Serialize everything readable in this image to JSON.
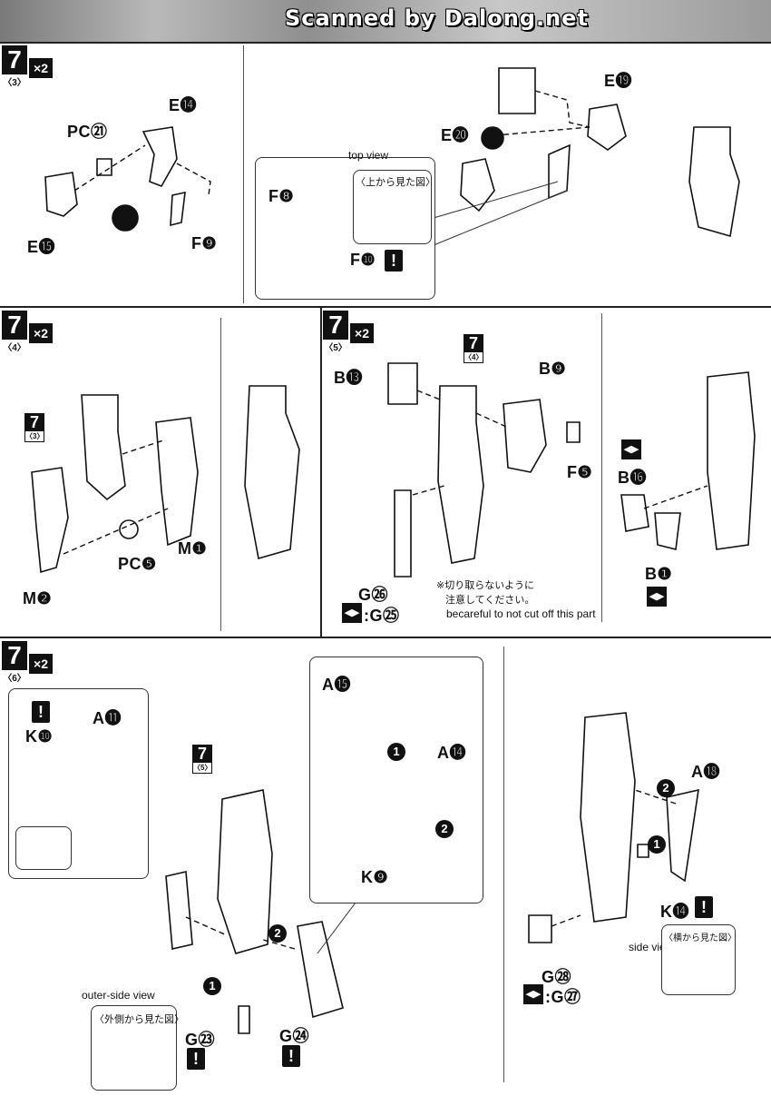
{
  "header": {
    "title": "Scanned by Dalong.net"
  },
  "steps": {
    "s3": {
      "num": "7",
      "sub": "〈3〉",
      "mult": "×2"
    },
    "s4": {
      "num": "7",
      "sub": "〈4〉",
      "mult": "×2"
    },
    "s5": {
      "num": "7",
      "sub": "〈5〉",
      "mult": "×2"
    },
    "s6": {
      "num": "7",
      "sub": "〈6〉",
      "mult": "×2"
    }
  },
  "refs": {
    "r3": {
      "num": "7",
      "sub": "〈3〉"
    },
    "r4": {
      "num": "7",
      "sub": "〈4〉"
    },
    "r5": {
      "num": "7",
      "sub": "〈5〉"
    }
  },
  "section3": {
    "parts": {
      "e14": "E⓮",
      "pc21": "PC㉑",
      "e15": "E⓯",
      "f9": "F❾",
      "e20": "E⓴",
      "e19": "E⓳",
      "f8": "F❽",
      "f10": "F❿"
    },
    "top_view_note": "top view",
    "top_view_jp": "〈上から見た図〉",
    "warn": "!"
  },
  "section4": {
    "parts": {
      "m1": "M❶",
      "pc5": "PC❺",
      "m2": "M❷"
    }
  },
  "section5": {
    "parts": {
      "b13": "B⓭",
      "b9": "B❾",
      "f5": "F❺",
      "g26": "G㉖",
      "g25": ":G㉕",
      "b16": "B⓰",
      "b1": "B❶"
    },
    "jp_note_1": "※切り取らないように",
    "jp_note_2": "注意してください。",
    "en_note": "becareful to not cut off this part"
  },
  "section6": {
    "parts": {
      "k10": "K❿",
      "a11": "A⓫",
      "a15": "A⓯",
      "a14": "A⓮",
      "k9": "K❾",
      "a18": "A⓲",
      "k14": "K⓮",
      "g28": "G㉘",
      "g27": ":G㉗",
      "g23": "G㉓",
      "g24": "G㉔"
    },
    "outer_side_note": "outer-side view",
    "outer_side_jp": "〈外側から見た図〉",
    "side_view_note": "side view",
    "side_view_jp": "〈横から見た図〉",
    "warn": "!",
    "step1": "1",
    "step2": "2"
  }
}
